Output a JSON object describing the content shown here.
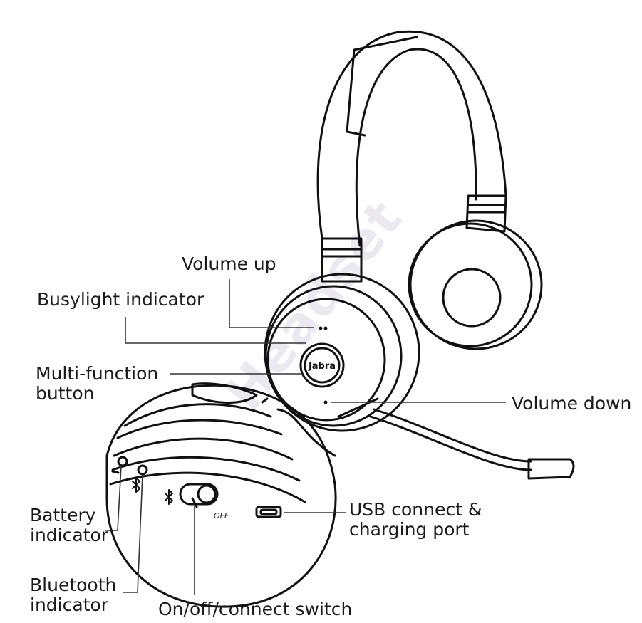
{
  "labels": {
    "volume_up": "Volume up",
    "busylight": "Busylight indicator",
    "multifunction_line1": "Multi-function",
    "multifunction_line2": "button",
    "volume_down": "Volume down",
    "usb_line1": "USB connect &",
    "usb_line2": "charging port",
    "battery_line1": "Battery",
    "battery_line2": "indicator",
    "bluetooth_line1": "Bluetooth",
    "bluetooth_line2": "indicator",
    "onoff": "On/off/connect switch"
  },
  "device": {
    "brand": "Jabra",
    "switch_off_text": "OFF"
  },
  "watermark": "Headset",
  "icons": [
    "bluetooth-icon",
    "battery-led-icon",
    "usb-port-icon"
  ],
  "colors": {
    "line": "#111111",
    "leader": "#333333",
    "watermark": "#c9c0dc"
  }
}
